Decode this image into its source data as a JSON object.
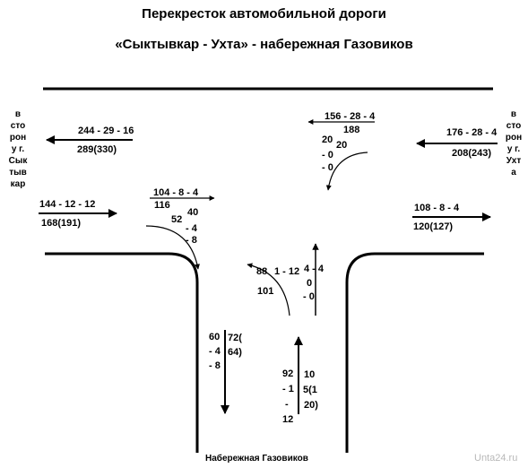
{
  "title": {
    "line1": "Перекресток автомобильной дороги",
    "line2": "«Сыктывкар - Ухта» - набережная Газовиков"
  },
  "side_labels": {
    "left": [
      "в",
      "сто",
      "рон",
      "у г.",
      "Сык",
      "тыв",
      "кар"
    ],
    "right": [
      "в",
      "сто",
      "рон",
      "у г.",
      "Ухт",
      "а"
    ]
  },
  "bottom_label": "Набережная Газовиков",
  "watermark": "Unta24.ru",
  "flows": {
    "upper_west_top": "244 - 29 - 16",
    "upper_west_bottom": "289(330)",
    "upper_left_center_top": "156 - 28 - 4",
    "upper_left_center_bottom": "188",
    "upper_left_turn": [
      "20",
      "20",
      "- 0",
      "- 0"
    ],
    "upper_east_top": "176 - 28 - 4",
    "upper_east_bottom": "208(243)",
    "lower_west_top": "144 - 12 - 12",
    "lower_west_bottom": "168(191)",
    "lower_center_top": "104 - 8 - 4",
    "lower_center_bottom": "116",
    "lower_turn_a": [
      "40",
      "- 4",
      "- 8"
    ],
    "lower_turn_b": "52",
    "lower_east_top": "108 - 8 - 4",
    "lower_east_bottom": "120(127)",
    "south_left_turn_1": "88",
    "south_left_turn_2": "1 - 12",
    "south_left_turn_3": "101",
    "south_straight_col": [
      "4 - 4",
      "0",
      "- 0"
    ],
    "south_down_left": [
      "60",
      "- 4",
      "- 8"
    ],
    "south_down_right": [
      "72(",
      "64)"
    ],
    "south_up_left": [
      "92",
      "- 1",
      "-",
      "12"
    ],
    "south_up_right": [
      "10",
      "5(1",
      "20)"
    ]
  }
}
